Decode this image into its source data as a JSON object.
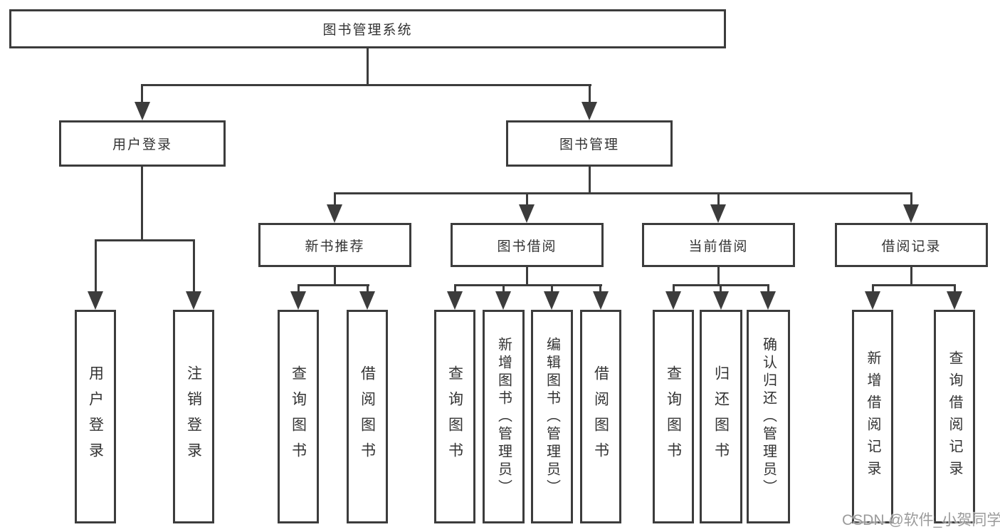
{
  "diagram": {
    "root": "图书管理系统",
    "level2": [
      "用户登录",
      "图书管理"
    ],
    "level3": [
      "新书推荐",
      "图书借阅",
      "当前借阅",
      "借阅记录"
    ],
    "user_login_children": [
      "用户登录",
      "注销登录"
    ],
    "new_book_children": [
      "查询图书",
      "借阅图书"
    ],
    "book_borrow_children": [
      "查询图书",
      "新增图书（管理员）",
      "编辑图书（管理员）",
      "借阅图书"
    ],
    "current_borrow_children": [
      "查询图书",
      "归还图书",
      "确认归还（管理员）"
    ],
    "borrow_record_children": [
      "新增借阅记录",
      "查询借阅记录"
    ]
  },
  "watermark": "CSDN @软件_小贺同学",
  "colors": {
    "line": "#3c3c3c",
    "text": "#333333",
    "watermark": "#9b9b9b",
    "background": "#ffffff"
  }
}
